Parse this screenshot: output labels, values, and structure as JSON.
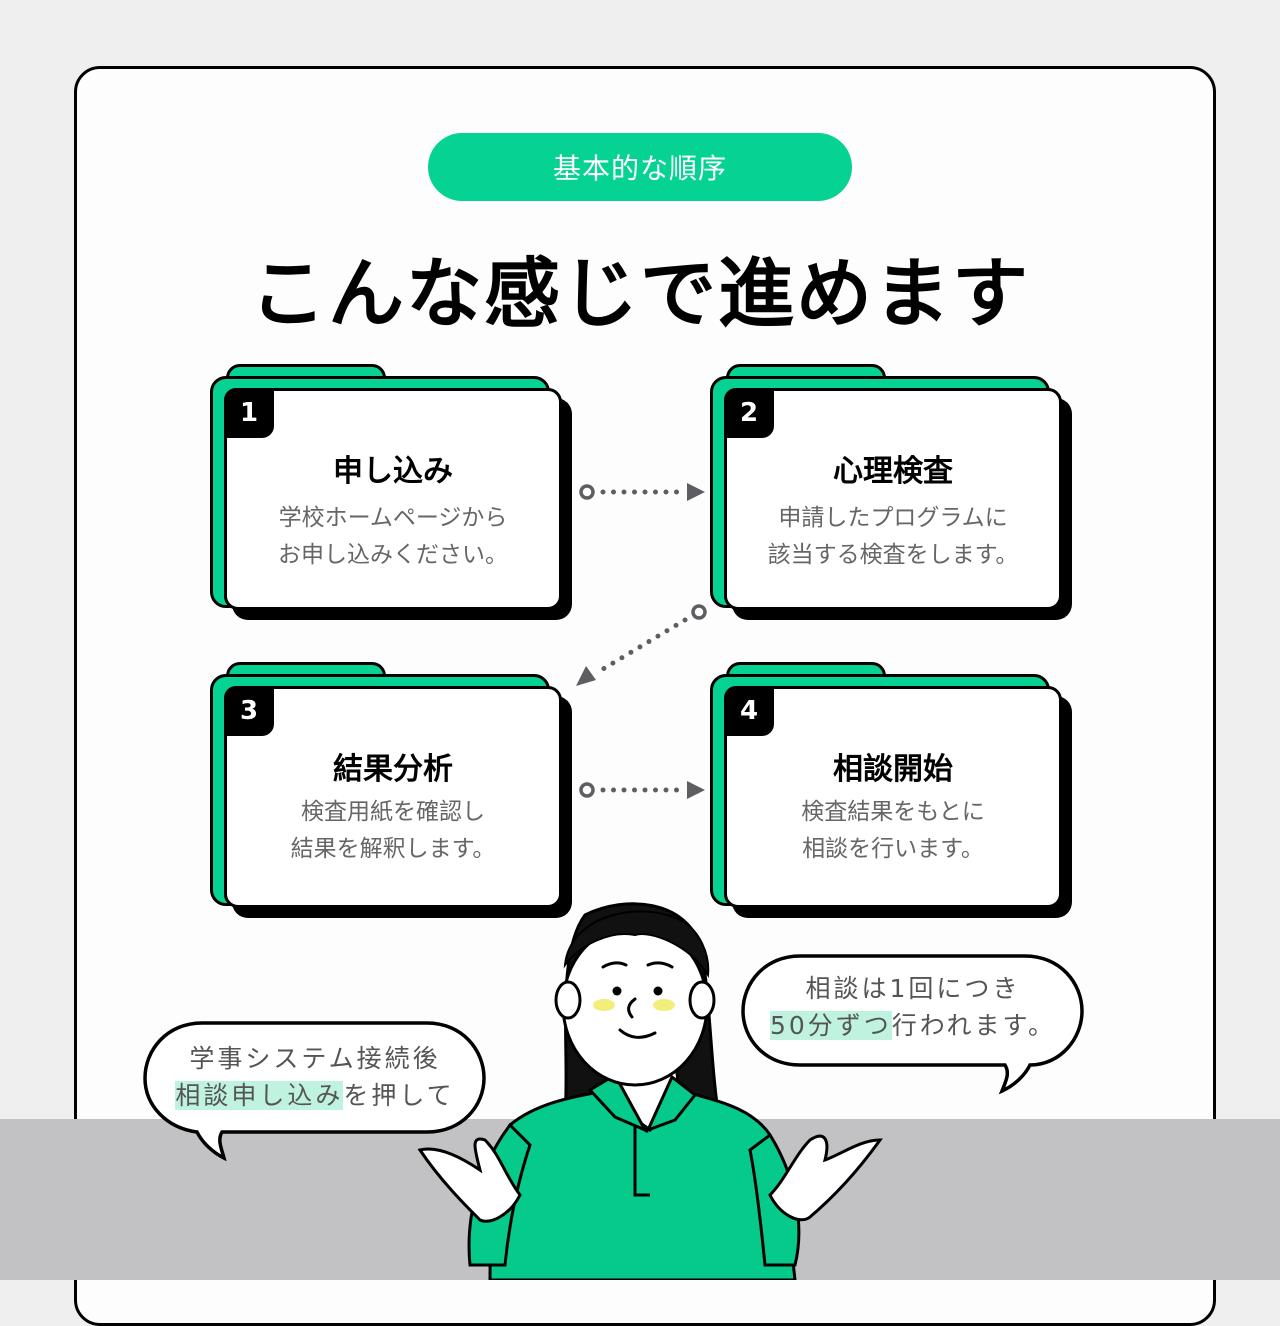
{
  "header": {
    "badge": "基本的な順序",
    "title": "こんな感じで進めます"
  },
  "steps": [
    {
      "number": "1",
      "title": "申し込み",
      "lines": [
        "学校ホームページから",
        "お申し込みください。"
      ]
    },
    {
      "number": "2",
      "title": "心理検査",
      "lines": [
        "申請したプログラムに",
        "該当する検査をします。"
      ]
    },
    {
      "number": "3",
      "title": "結果分析",
      "lines": [
        "検査用紙を確認し",
        "結果を解釈します。"
      ]
    },
    {
      "number": "4",
      "title": "相談開始",
      "lines": [
        "検査結果をもとに",
        "相談を行います。"
      ]
    }
  ],
  "bubbles": {
    "left": {
      "line1": "学事システム接続後",
      "line2_highlight": "相談申し込み",
      "line2_rest": "を押して"
    },
    "right": {
      "line1": "相談は1回につき",
      "line2_highlight": "50分ずつ",
      "line2_rest": "行われます。"
    }
  },
  "colors": {
    "accent": "#06d393",
    "highlight": "#bff3e0",
    "floor": "#c2c1c3",
    "background": "#efefef"
  }
}
